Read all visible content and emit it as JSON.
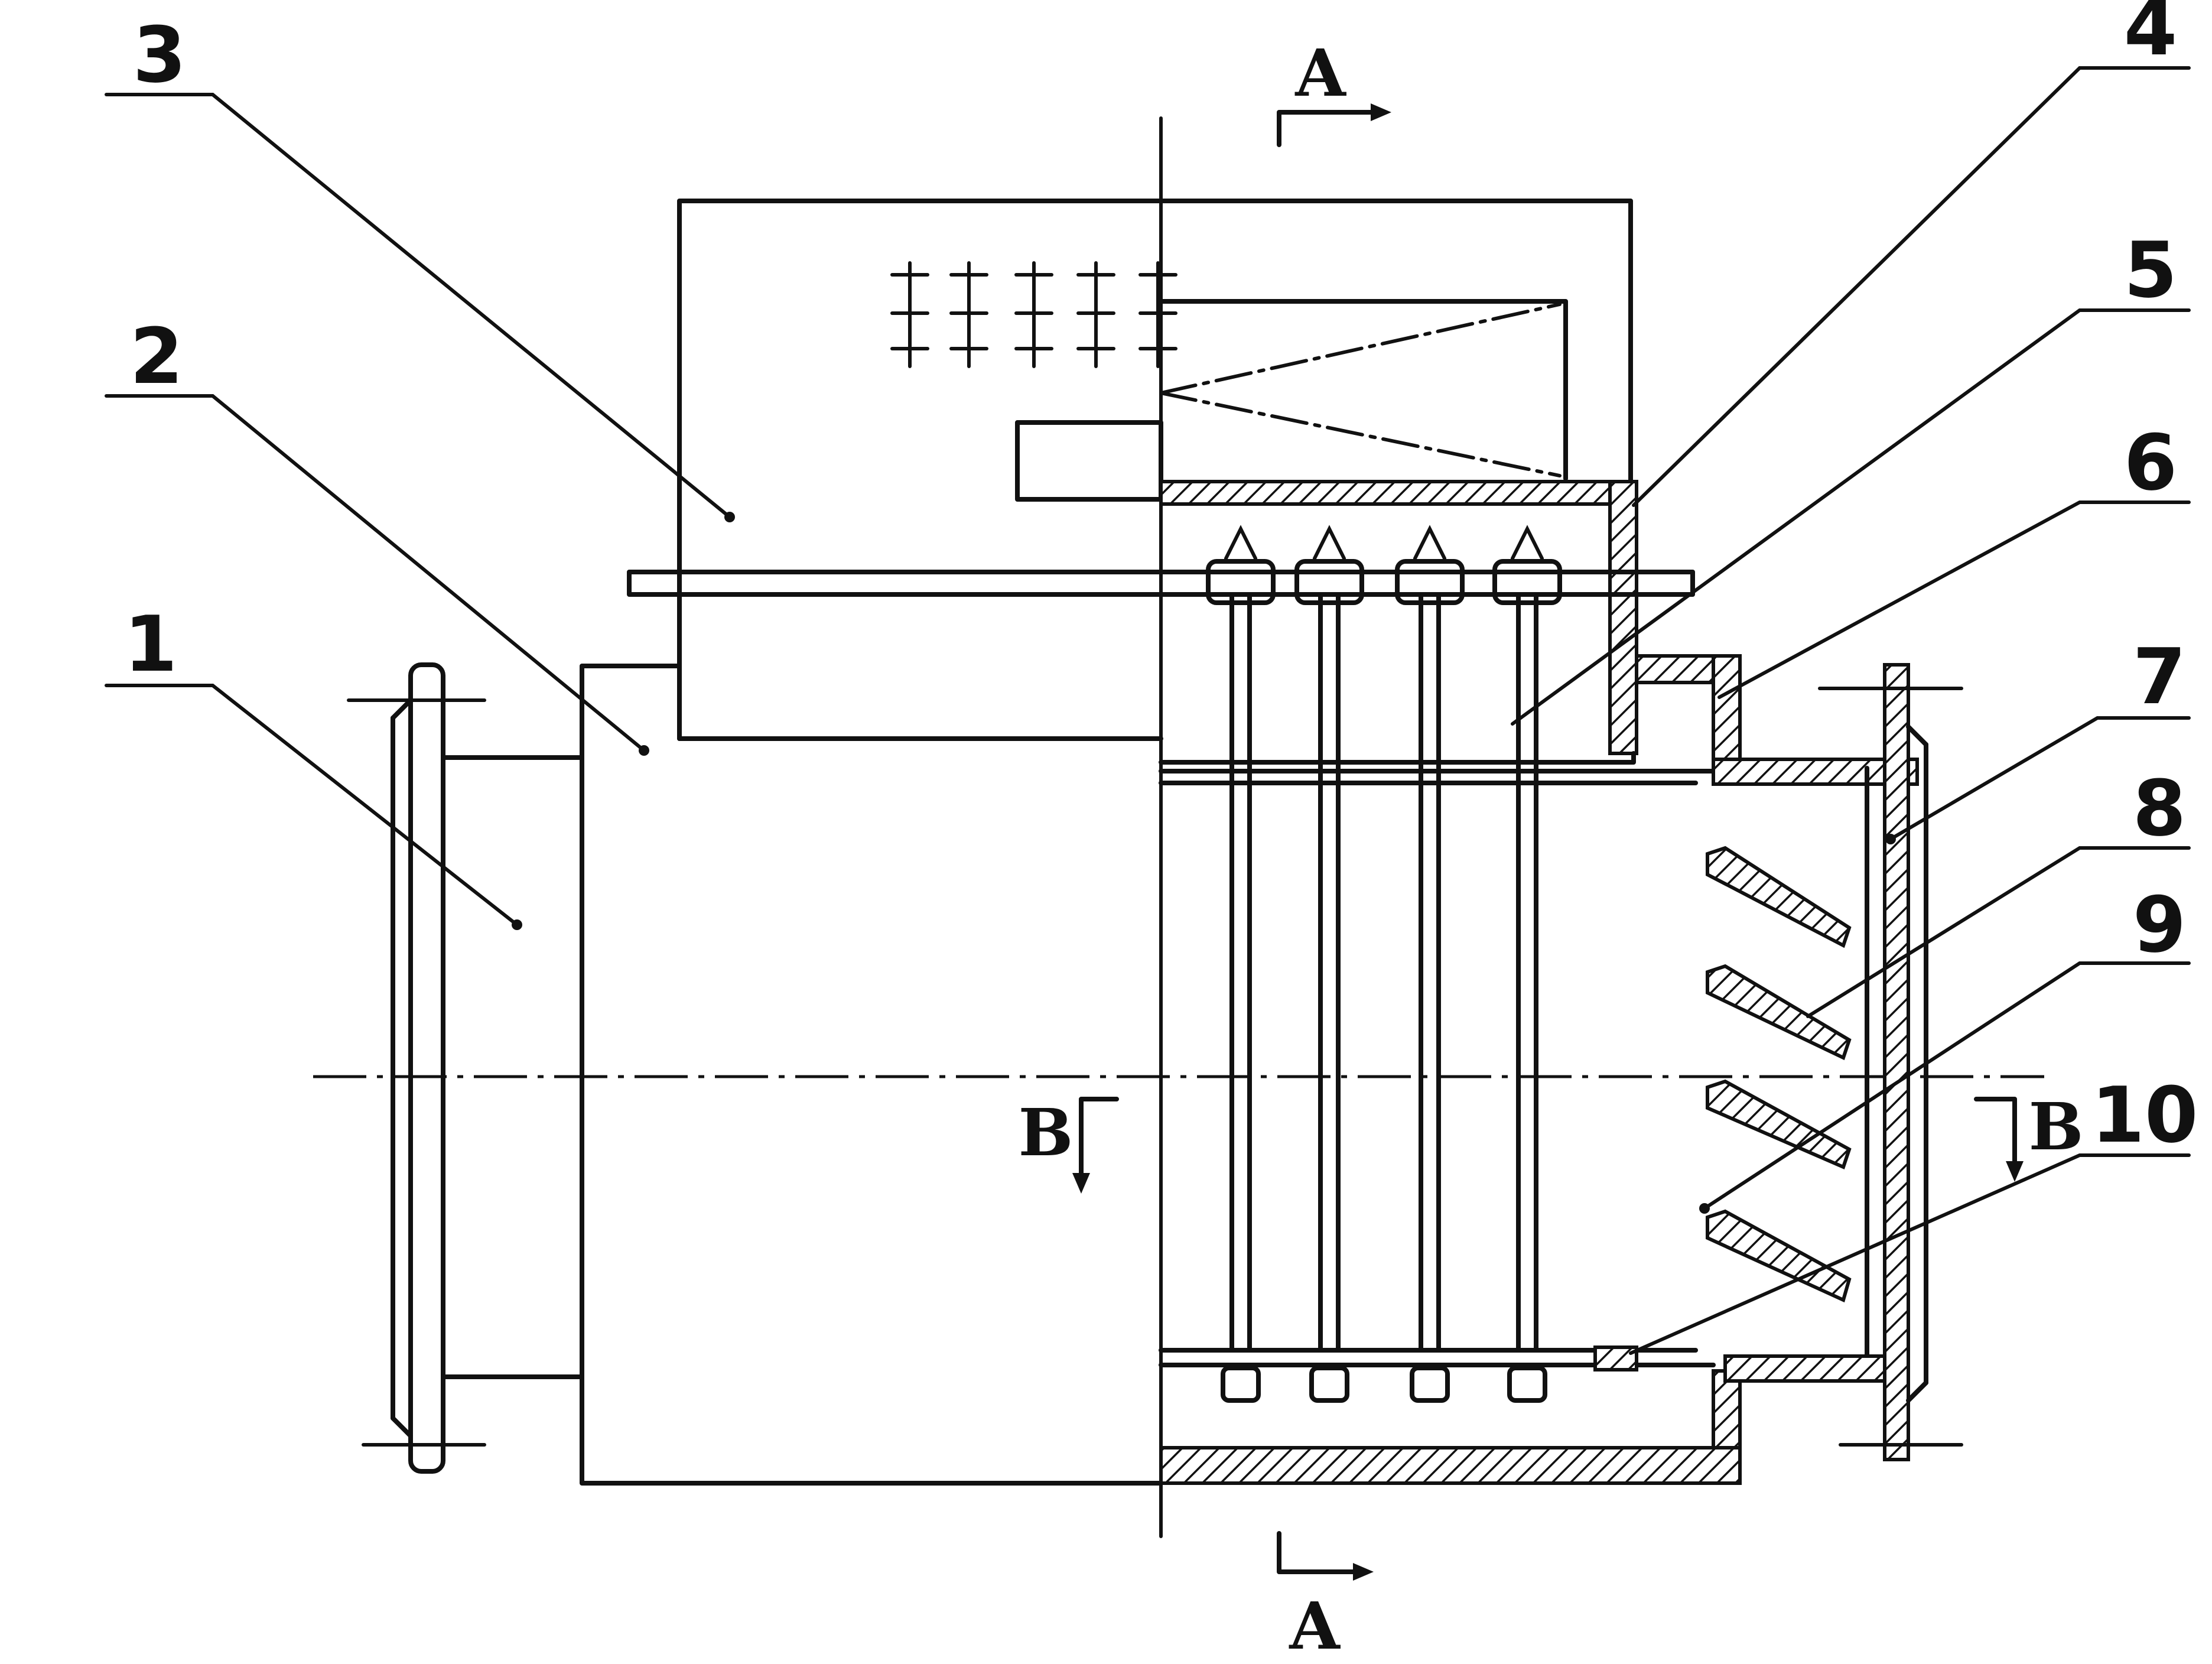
{
  "callouts": [
    "1",
    "2",
    "3",
    "4",
    "5",
    "6",
    "7",
    "8",
    "9",
    "10"
  ],
  "sections": {
    "a_top": "A",
    "a_bottom": "A",
    "b_left": "B",
    "b_right": "B"
  },
  "colors": {
    "ink": "#111111",
    "paper": "#ffffff"
  }
}
